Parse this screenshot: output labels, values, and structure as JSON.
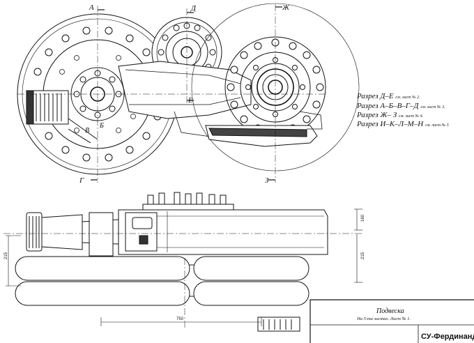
{
  "cut_marks": {
    "a": "А",
    "d": "Д",
    "zh": "Ж",
    "g": "Г",
    "z": "З",
    "b": "Б",
    "v": "В",
    "e": "Е"
  },
  "section_refs": [
    {
      "label": "Разрез Д–Е",
      "note": "см. лист № 2."
    },
    {
      "label": "Разрез А–Б–В–Г–Д",
      "note": "см. лист № 3."
    },
    {
      "label": "Разрез Ж– З",
      "note": "см. лист № 4."
    },
    {
      "label": "Разрез И–К–Л–М–Н",
      "note": "см. лист № 5"
    }
  ],
  "dimensions": {
    "height_left": "215",
    "height_right": "215",
    "height_top": "160",
    "length": "750"
  },
  "title_block": {
    "title": "Подвеска",
    "subtitle": "На 5-ти листах. Лист № 1.",
    "name": "СУ-Фердинанд"
  }
}
